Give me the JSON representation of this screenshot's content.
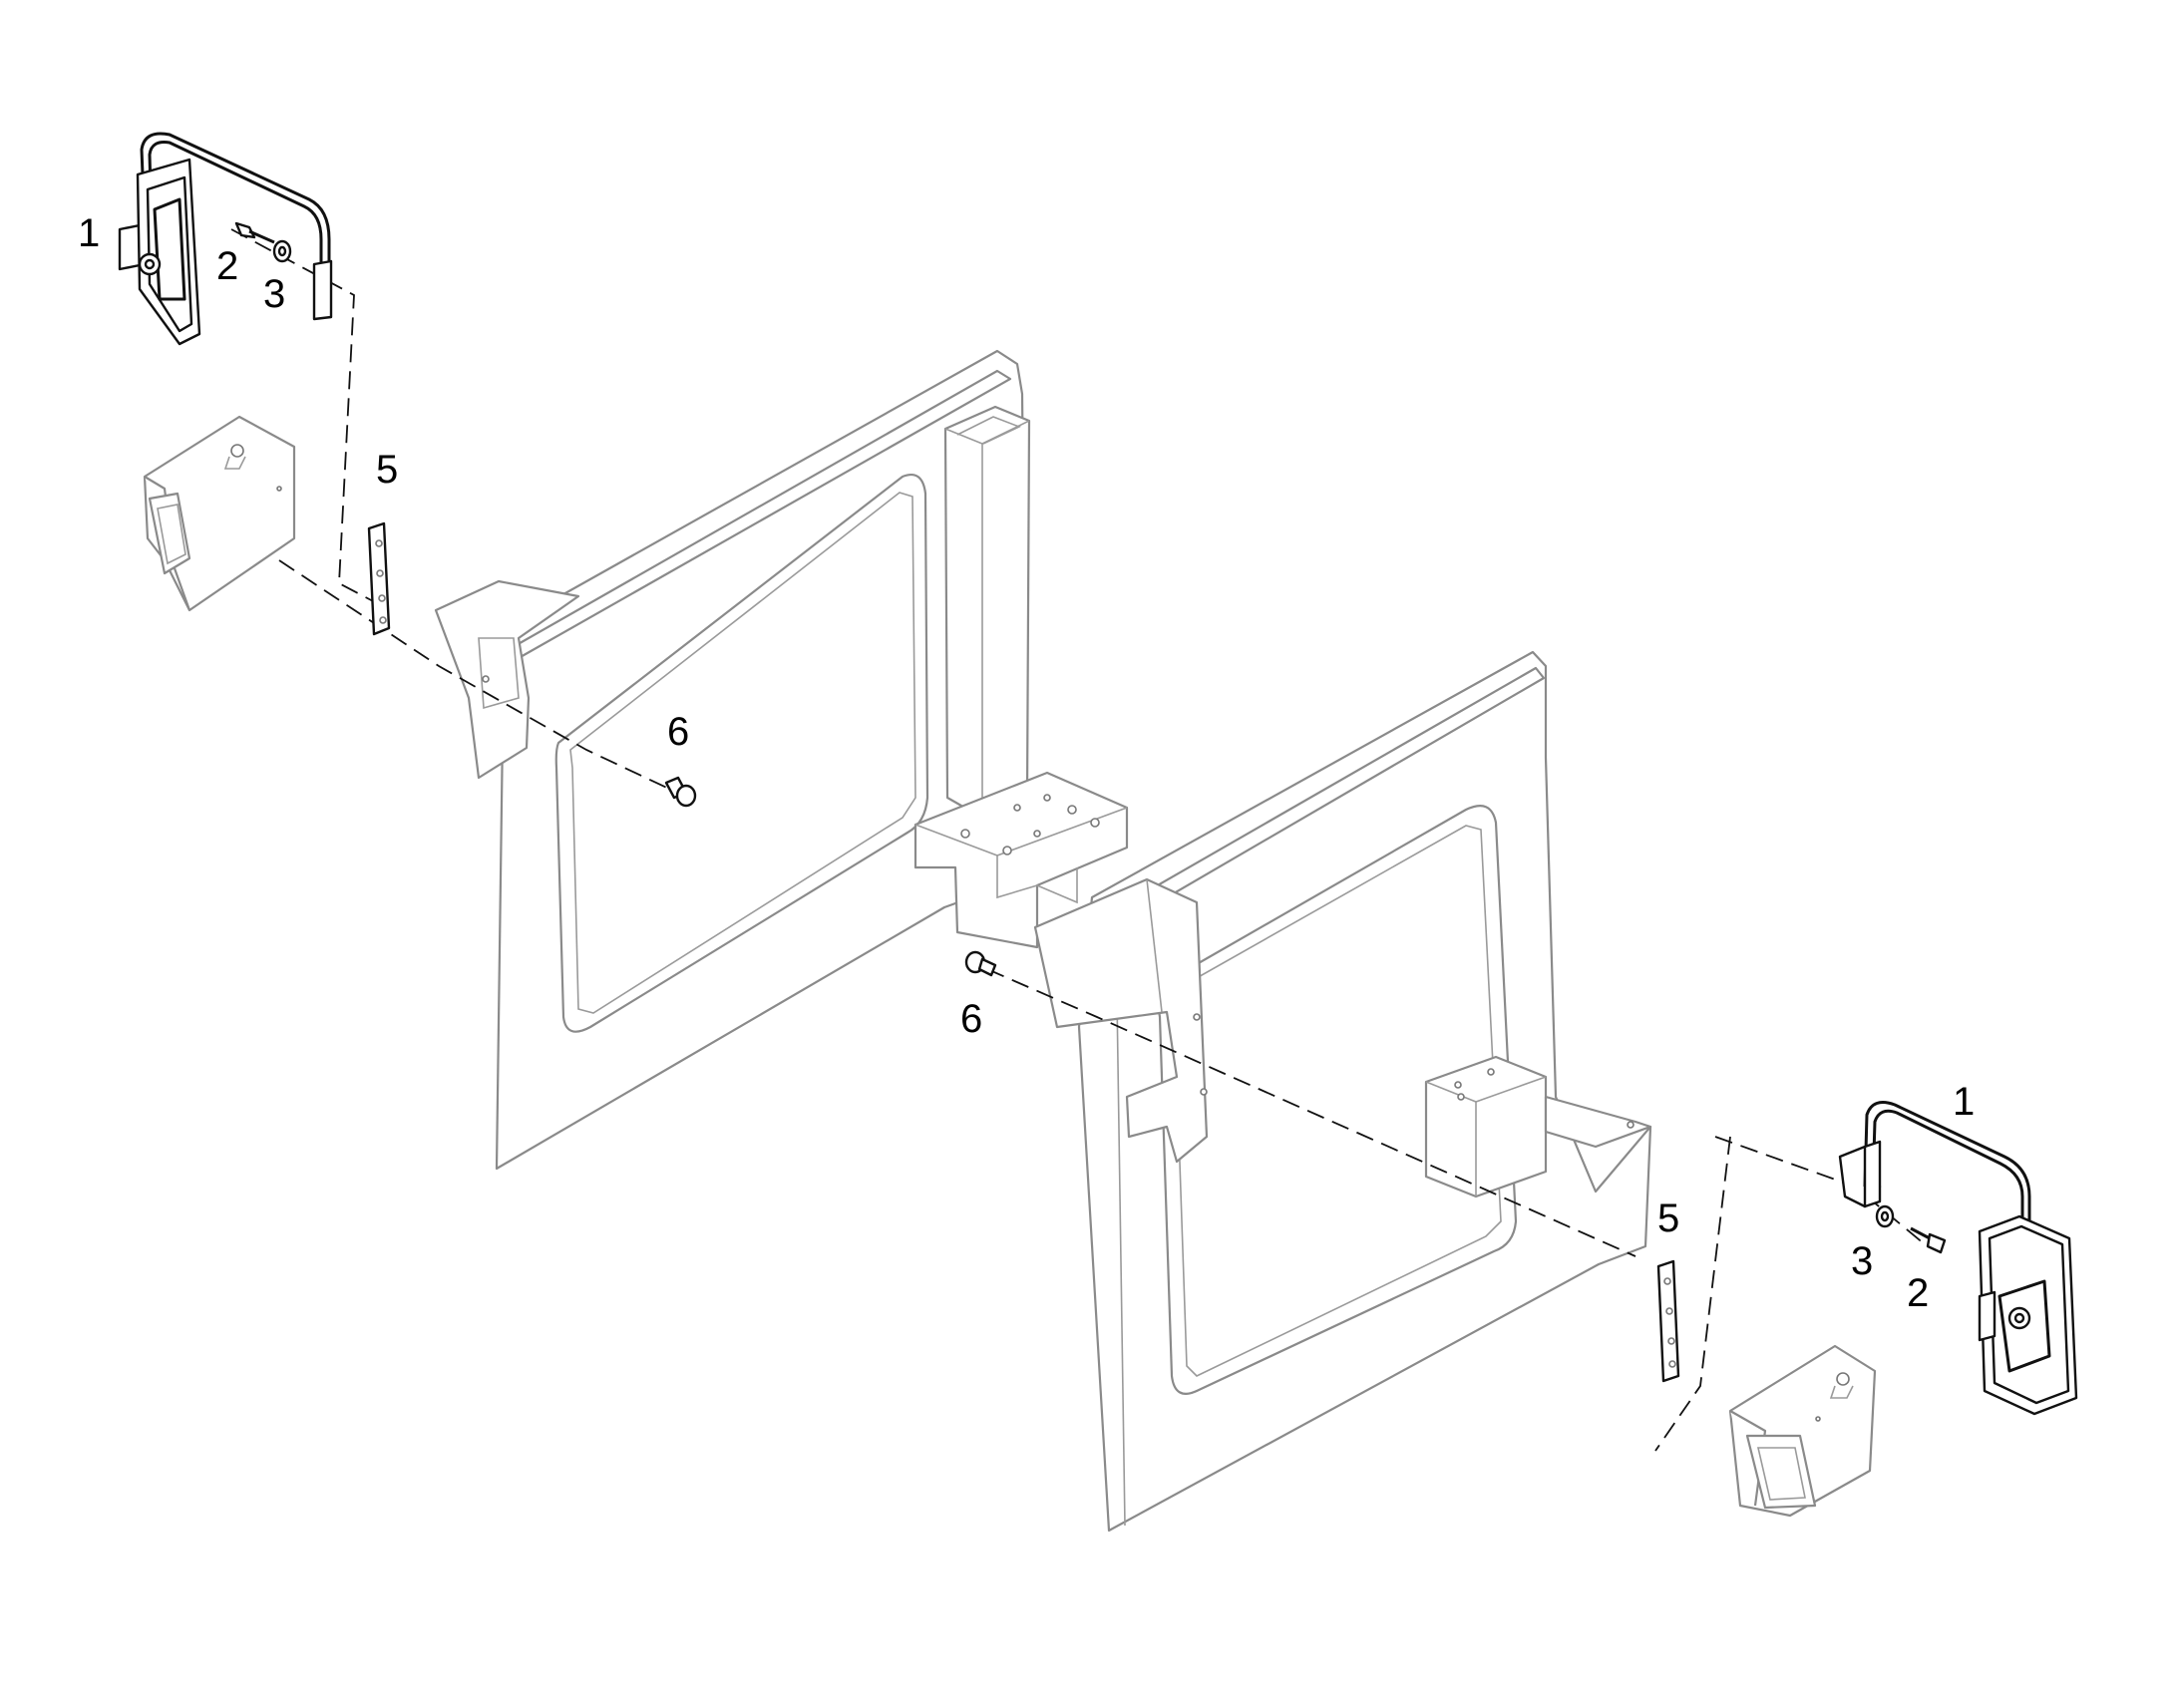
{
  "labels": {
    "left_mirror": "1",
    "left_screw": "2",
    "left_washer": "3",
    "left_bracket": "5",
    "left_bolt": "6",
    "right_mirror": "1",
    "right_screw": "2",
    "right_washer": "3",
    "right_bracket": "5",
    "right_bolt": "6"
  },
  "colors": {
    "line_art": "#8a8a8a",
    "part_outline": "#111111",
    "background": "#ffffff"
  }
}
